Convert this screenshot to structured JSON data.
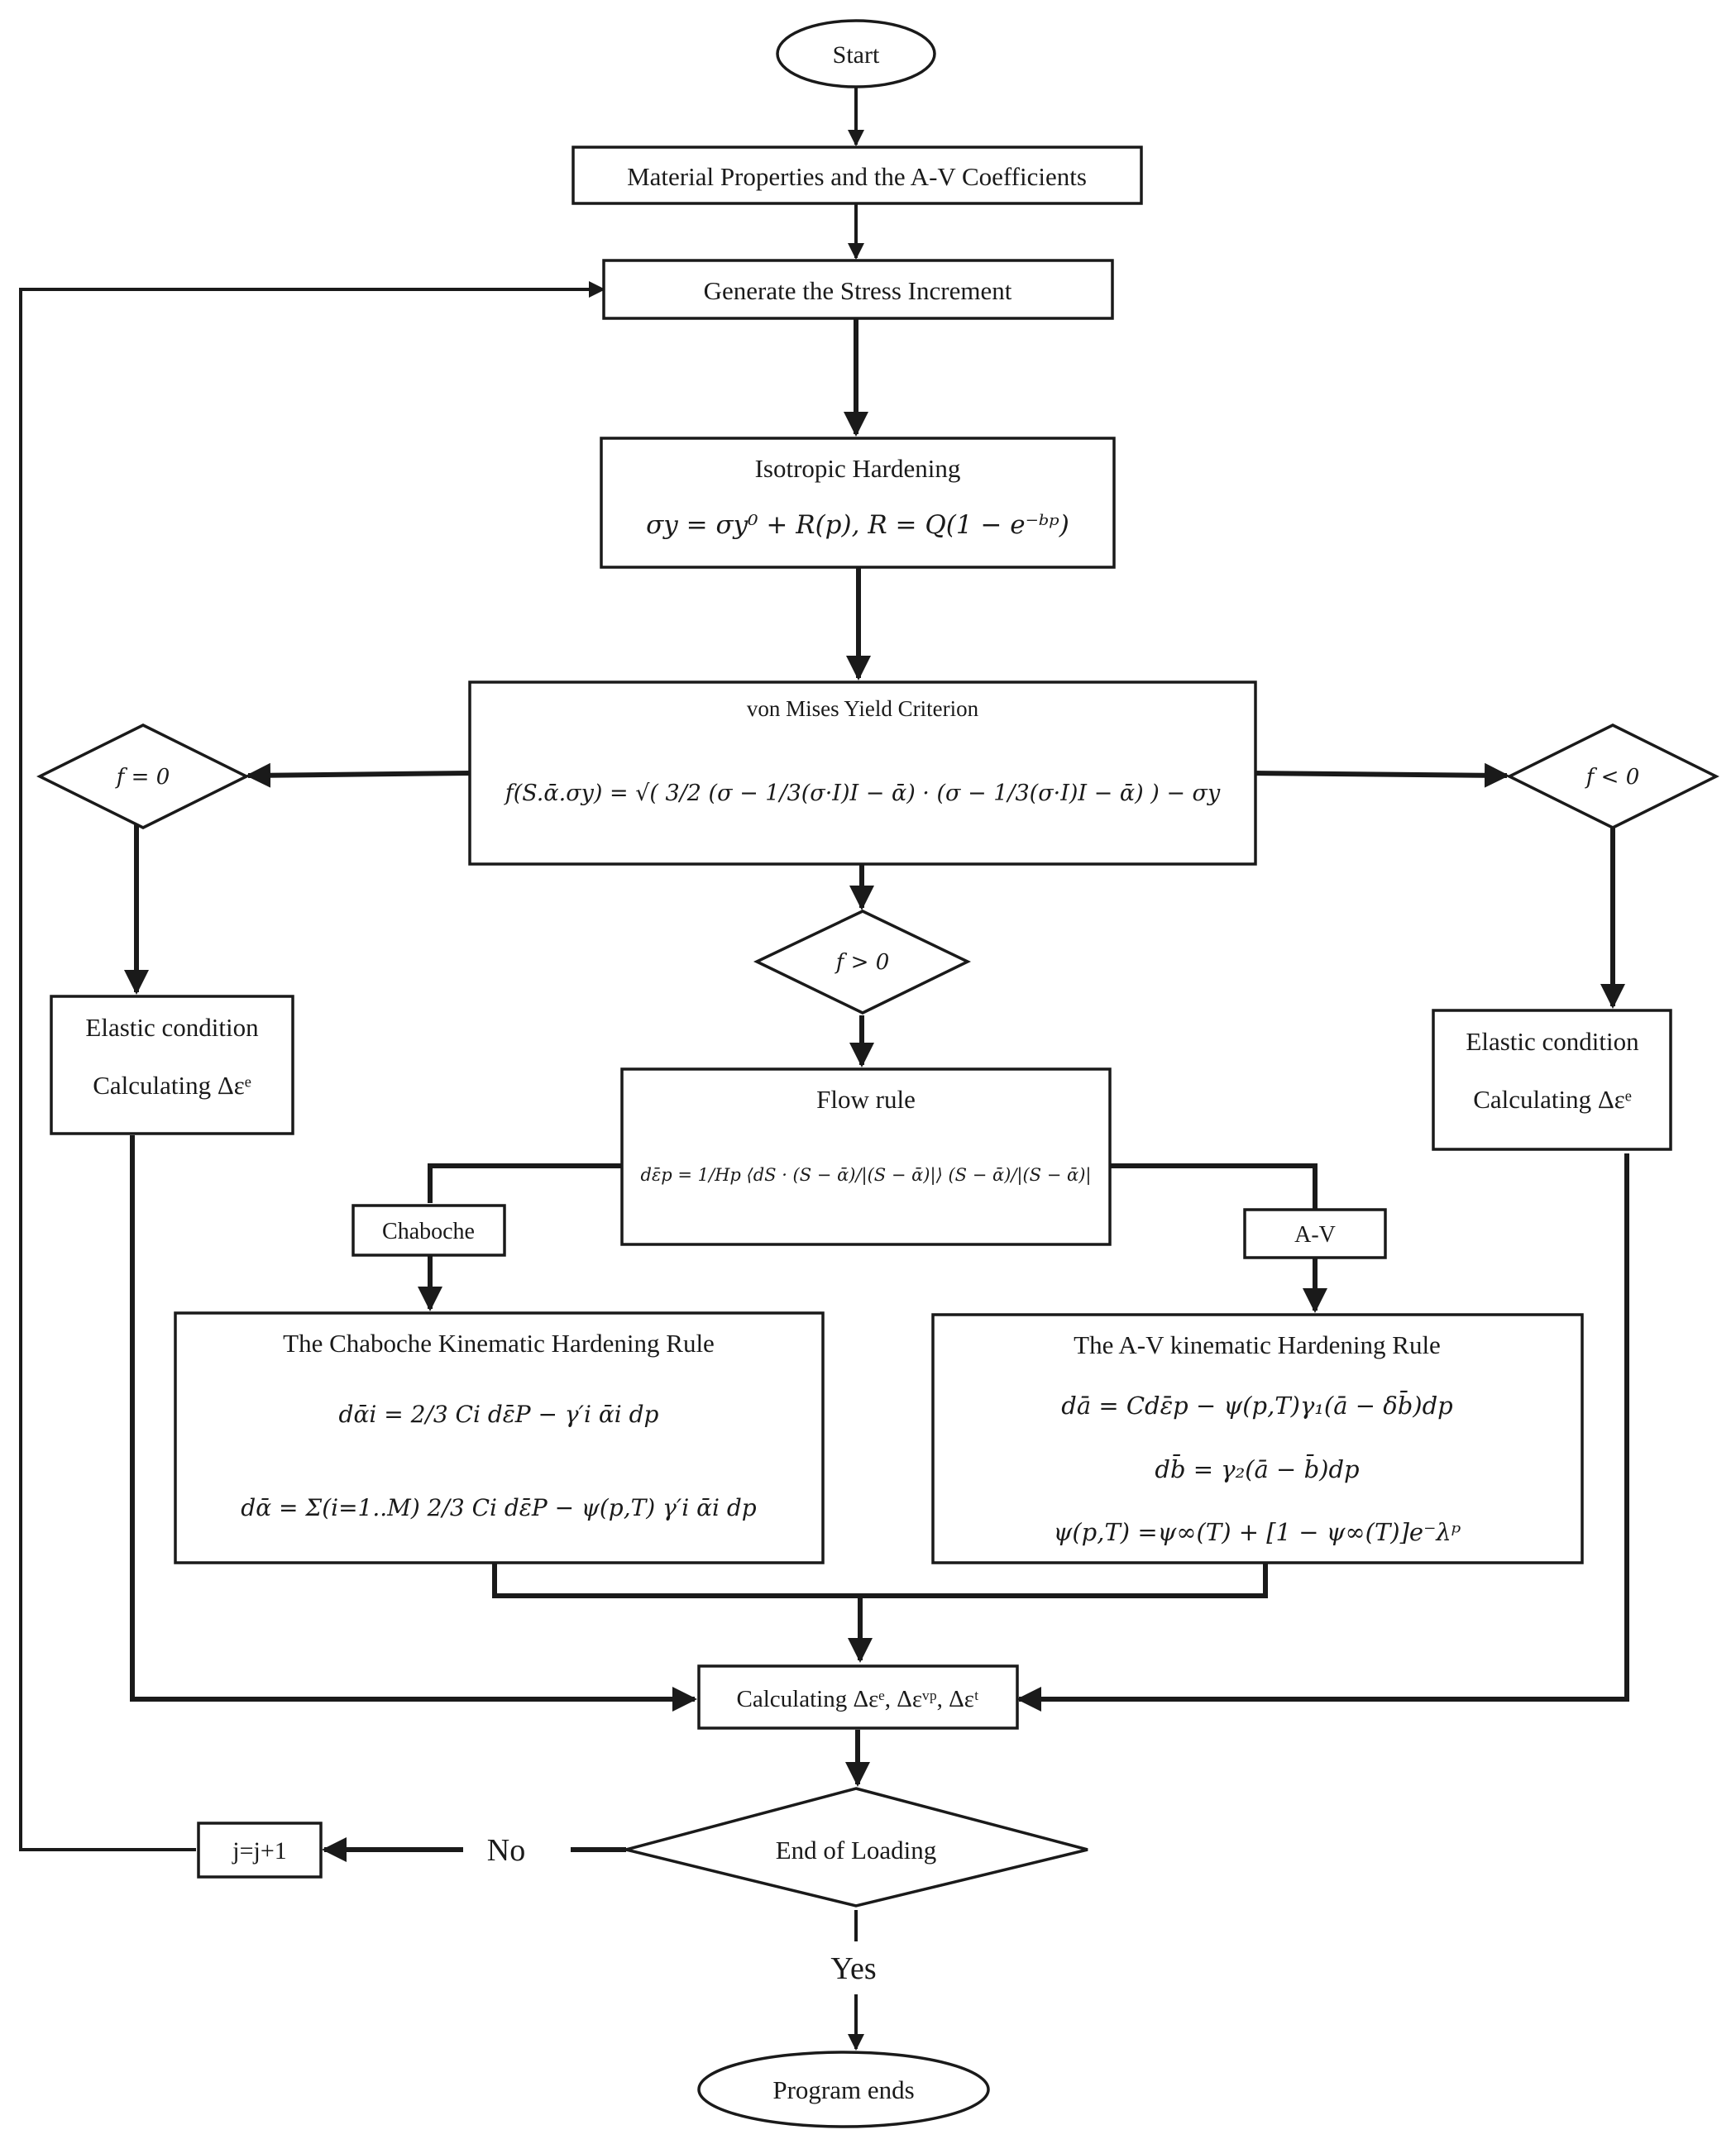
{
  "nodes": {
    "start": "Start",
    "material": "Material Properties and the A-V Coefficients",
    "stress": "Generate the Stress Increment",
    "isotropic": {
      "title": "Isotropic Hardening",
      "formula": "σy = σy⁰ + R(p),  R = Q(1 − e⁻ᵇᵖ)"
    },
    "yield": {
      "title": "von Mises Yield Criterion",
      "formula": "f(S.ᾱ.σy) = √( 3/2 (σ − 1/3(σ·I)I − ᾱ) · (σ − 1/3(σ·I)I − ᾱ) ) − σy"
    },
    "dec_f_eq0": "f = 0",
    "dec_f_lt0": "f < 0",
    "dec_f_gt0": "f > 0",
    "elastic_left": {
      "line1": "Elastic condition",
      "line2": "Calculating Δεᵉ"
    },
    "elastic_right": {
      "line1": "Elastic condition",
      "line2": "Calculating Δεᵉ"
    },
    "flow": {
      "title": "Flow rule",
      "formula": "dε̄p = 1/Hp ⟨dS · (S − ᾱ)/|(S − ᾱ)|⟩ (S − ᾱ)/|(S − ᾱ)|"
    },
    "chaboche_label": "Chaboche",
    "av_label": "A-V",
    "chaboche": {
      "title": "The Chaboche Kinematic Hardening Rule",
      "formula1": "dᾱi = 2/3 Ci dε̄P − γ′i ᾱi dp",
      "formula2": "dᾱ = Σ(i=1..M) 2/3 Ci dε̄P − ψ(p,T) γ′i ᾱi dp"
    },
    "av": {
      "title": "The A-V kinematic Hardening Rule",
      "formula1": "dā = Cdε̄p − ψ(p,T)γ₁(ā − δb̄)dp",
      "formula2": "db̄ = γ₂(ā − b̄)dp",
      "formula3": "ψ(p,T) =ψ∞(T) + [1 − ψ∞(T)]e⁻λᵖ"
    },
    "calc": "Calculating Δεᵉ, Δεᵛᵖ, Δεᵗ",
    "end_loading": "End of Loading",
    "no": "No",
    "yes": "Yes",
    "increment": "j=j+1",
    "program_ends": "Program ends"
  }
}
